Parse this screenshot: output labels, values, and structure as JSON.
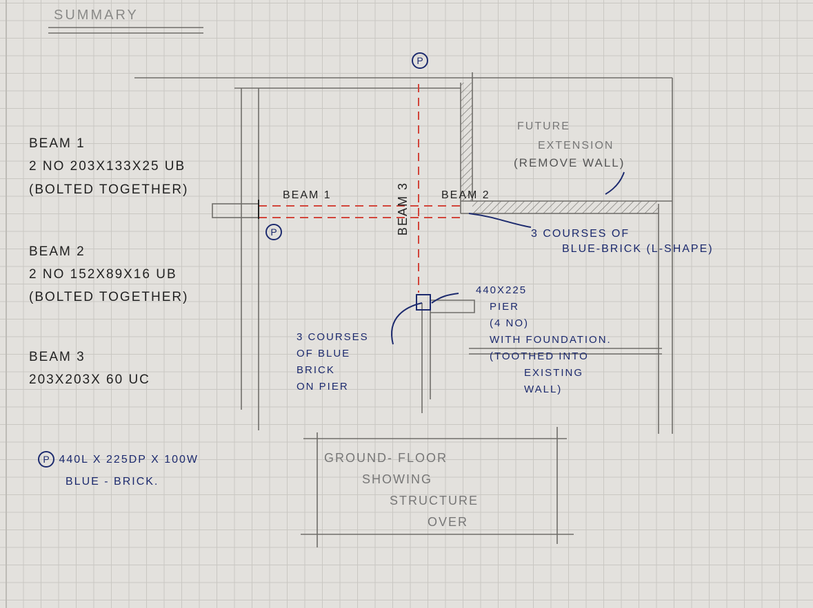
{
  "title": "Summary",
  "beams": [
    {
      "name": "Beam 1",
      "spec": "2 No 203x133x25 UB",
      "note": "(Bolted Together)"
    },
    {
      "name": "Beam 2",
      "spec": "2 No 152x89x16 UB",
      "note": "(Bolted Together)"
    },
    {
      "name": "Beam 3",
      "spec": "203x203x 60 UC",
      "note": ""
    }
  ],
  "pier_key": {
    "symbol": "P",
    "line1": "440L x 225DP x 100W",
    "line2": "Blue - Brick."
  },
  "drawing": {
    "pier_symbol_top": "P",
    "pier_symbol_left": "P",
    "beam1_label": "Beam 1",
    "beam2_label": "Beam 2",
    "beam3_label": "Beam 3",
    "future_extension": [
      "Future",
      "Extension",
      "(Remove Wall)"
    ],
    "l_shape_note": [
      "3 courses of",
      "Blue-Brick (L-Shape)"
    ],
    "pier_note": [
      "440x225",
      "Pier",
      "(4 No)",
      "with foundation.",
      "(Toothed into",
      "existing",
      "wall)"
    ],
    "pier_courses_note": [
      "3 courses",
      "of Blue",
      "Brick",
      "on Pier"
    ],
    "title_box": [
      "Ground- Floor",
      "Showing",
      "Structure",
      "Over"
    ]
  },
  "colors": {
    "ink": "#222222",
    "blue_ink": "#1c2a6e",
    "red_dash": "#d2443a",
    "pencil": "#6f6d69"
  }
}
